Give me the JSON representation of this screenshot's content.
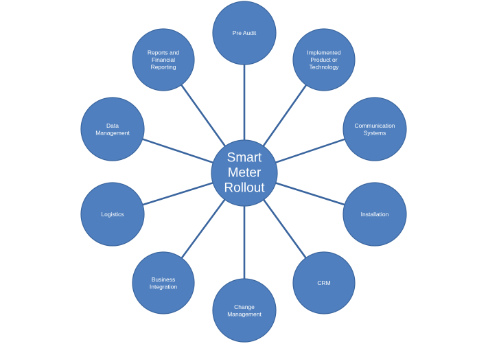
{
  "diagram": {
    "hub": {
      "lines": [
        "Smart",
        "Meter",
        "Rollout"
      ]
    },
    "nodes": [
      {
        "id": "pre-audit",
        "lines": [
          "Pre Audit"
        ]
      },
      {
        "id": "implemented-product",
        "lines": [
          "Implemented",
          "Product or",
          "Technology"
        ]
      },
      {
        "id": "communication-systems",
        "lines": [
          "Communication",
          "Systems"
        ]
      },
      {
        "id": "installation",
        "lines": [
          "Installation"
        ]
      },
      {
        "id": "crm",
        "lines": [
          "CRM"
        ]
      },
      {
        "id": "change-management",
        "lines": [
          "Change",
          "Management"
        ]
      },
      {
        "id": "business-integration",
        "lines": [
          "Business",
          "Integration"
        ]
      },
      {
        "id": "logistics",
        "lines": [
          "Logistics"
        ]
      },
      {
        "id": "data-management",
        "lines": [
          "Data",
          "Management"
        ]
      },
      {
        "id": "reports-financial",
        "lines": [
          "Reports  and",
          "Financial",
          "Reporting"
        ]
      }
    ],
    "colors": {
      "node_fill": "#4f7fbe",
      "node_stroke": "#3a659e",
      "spoke": "#3a659e",
      "text": "#ffffff"
    }
  }
}
